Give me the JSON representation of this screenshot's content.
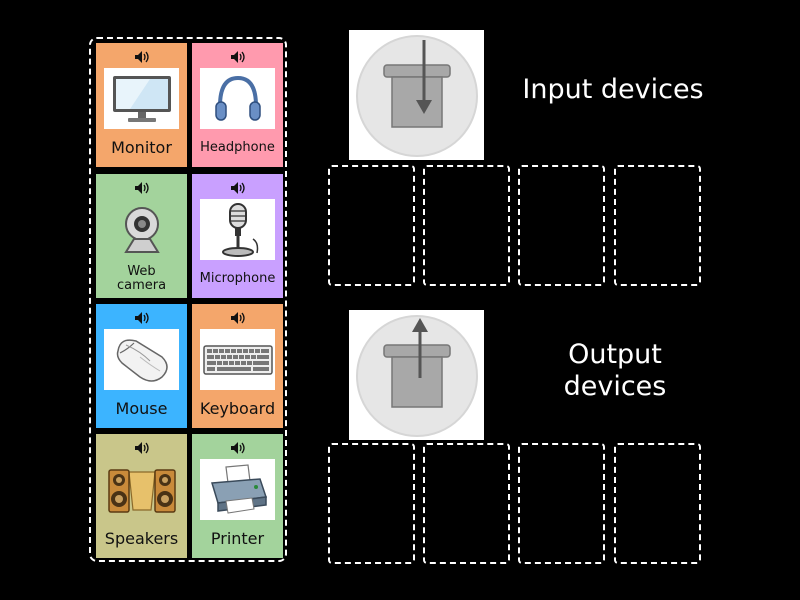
{
  "cards": [
    {
      "id": "monitor",
      "label": "Monitor",
      "color": "#f4a66b",
      "icon": "monitor-icon"
    },
    {
      "id": "headphone",
      "label": "Headphone",
      "color": "#ff9aae",
      "icon": "headphone-icon"
    },
    {
      "id": "web-camera",
      "label": "Web camera",
      "color": "#a3d39c",
      "icon": "webcam-icon"
    },
    {
      "id": "microphone",
      "label": "Microphone",
      "color": "#c9a0ff",
      "icon": "microphone-icon"
    },
    {
      "id": "mouse",
      "label": "Mouse",
      "color": "#3cb4ff",
      "icon": "mouse-icon"
    },
    {
      "id": "keyboard",
      "label": "Keyboard",
      "color": "#f4a66b",
      "icon": "keyboard-icon"
    },
    {
      "id": "speakers",
      "label": "Speakers",
      "color": "#c9c68a",
      "icon": "speakers-icon"
    },
    {
      "id": "printer",
      "label": "Printer",
      "color": "#a3d39c",
      "icon": "printer-icon"
    }
  ],
  "categories": {
    "input": {
      "title": "Input devices",
      "arrow": "down"
    },
    "output": {
      "title": "Output devices",
      "arrow": "up"
    }
  },
  "colors": {
    "background": "#000000",
    "dashed_border": "#ffffff"
  }
}
